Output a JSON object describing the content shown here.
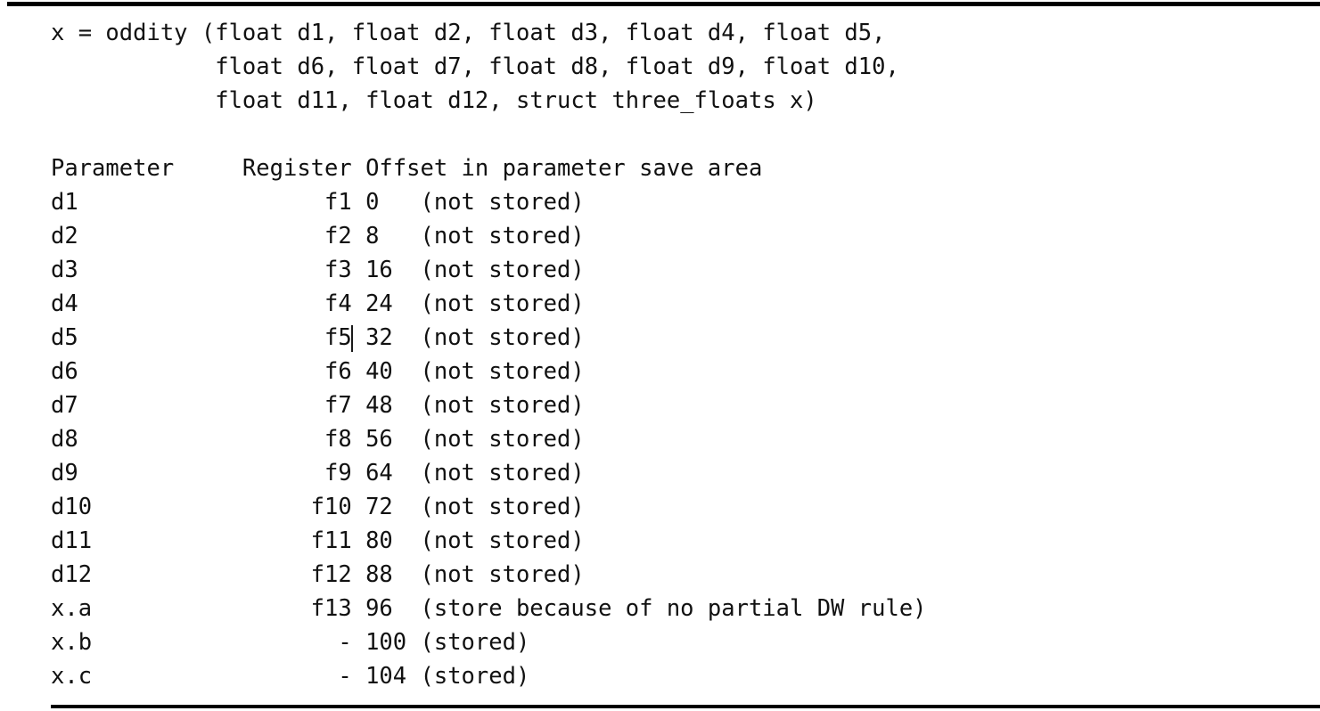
{
  "figure": {
    "rules": {
      "top_color": "#000000",
      "bottom_color": "#000000"
    }
  },
  "signature": {
    "lines": [
      "x = oddity (float d1, float d2, float d3, float d4, float d5,",
      "            float d6, float d7, float d8, float d9, float d10,",
      "            float d11, float d12, struct three_floats x)"
    ],
    "line1": "x = oddity (float d1, float d2, float d3, float d4, float d5,",
    "line2": "            float d6, float d7, float d8, float d9, float d10,",
    "line3": "            float d11, float d12, struct three_floats x)"
  },
  "table": {
    "headers": {
      "parameter": "Parameter",
      "register": "Register",
      "offset": "Offset in parameter save area"
    },
    "rows": [
      {
        "parameter": "d1",
        "register": "f1",
        "offset": "0",
        "note": "(not stored)"
      },
      {
        "parameter": "d2",
        "register": "f2",
        "offset": "8",
        "note": "(not stored)"
      },
      {
        "parameter": "d3",
        "register": "f3",
        "offset": "16",
        "note": "(not stored)"
      },
      {
        "parameter": "d4",
        "register": "f4",
        "offset": "24",
        "note": "(not stored)"
      },
      {
        "parameter": "d5",
        "register": "f5",
        "offset": "32",
        "note": "(not stored)",
        "caret": true
      },
      {
        "parameter": "d6",
        "register": "f6",
        "offset": "40",
        "note": "(not stored)"
      },
      {
        "parameter": "d7",
        "register": "f7",
        "offset": "48",
        "note": "(not stored)"
      },
      {
        "parameter": "d8",
        "register": "f8",
        "offset": "56",
        "note": "(not stored)"
      },
      {
        "parameter": "d9",
        "register": "f9",
        "offset": "64",
        "note": "(not stored)"
      },
      {
        "parameter": "d10",
        "register": "f10",
        "offset": "72",
        "note": "(not stored)"
      },
      {
        "parameter": "d11",
        "register": "f11",
        "offset": "80",
        "note": "(not stored)"
      },
      {
        "parameter": "d12",
        "register": "f12",
        "offset": "88",
        "note": "(not stored)"
      },
      {
        "parameter": "x.a",
        "register": "f13",
        "offset": "96",
        "note": "(store because of no partial DW rule)"
      },
      {
        "parameter": "x.b",
        "register": "-",
        "offset": "100",
        "note": "(stored)"
      },
      {
        "parameter": "x.c",
        "register": "-",
        "offset": "104",
        "note": "(stored)"
      }
    ]
  },
  "caret": {
    "present": true,
    "after_text": "f5",
    "row_parameter": "d5"
  }
}
